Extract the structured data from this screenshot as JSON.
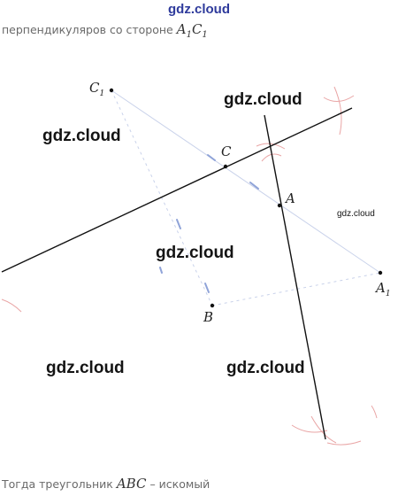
{
  "watermark": {
    "header": "gdz.cloud",
    "overlay": [
      "gdz.cloud",
      "gdz.cloud",
      "gdz.cloud",
      "gdz.cloud",
      "gdz.cloud"
    ],
    "small": "gdz.cloud"
  },
  "captions": {
    "top_text": "перпендикуляров со стороне",
    "top_math": "A",
    "top_math_sub1": "1",
    "top_math2": "C",
    "top_math_sub2": "1",
    "bottom_text": "Тогда треугольник",
    "bottom_math": "ABC",
    "bottom_text2": "– искомый"
  },
  "points": {
    "C1": {
      "letter": "C",
      "sub": "1"
    },
    "C": {
      "letter": "C"
    },
    "A": {
      "letter": "A"
    },
    "A1": {
      "letter": "A",
      "sub": "1"
    },
    "B": {
      "letter": "B"
    }
  },
  "colors": {
    "line": "#111111",
    "arc": "#e4a3a3",
    "construction": "#b8c4e4",
    "brand": "#2f3b9c"
  }
}
